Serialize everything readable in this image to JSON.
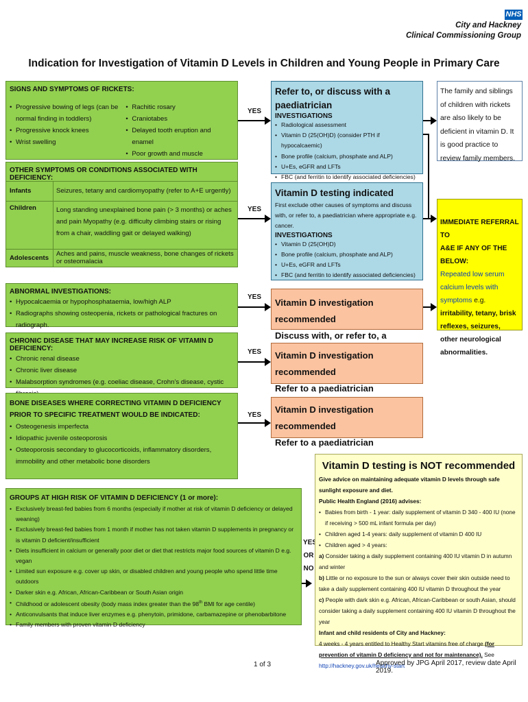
{
  "header": {
    "nhs_logo": "NHS",
    "org_line1": "City and Hackney",
    "org_line2": "Clinical Commissioning Group"
  },
  "title": "Indication for Investigation of Vitamin D Levels in Children and Young People in Primary Care",
  "rickets": {
    "heading": "SIGNS AND SYMPTOMS OF RICKETS:",
    "col1": [
      "Progressive bowing of legs (can be normal finding in toddlers)",
      "Progressive knock knees",
      "Wrist swelling"
    ],
    "col2": [
      "Rachitic rosary",
      "Craniotabes",
      "Delayed tooth eruption and enamel",
      "Poor growth and muscle weakness"
    ]
  },
  "other": {
    "heading": "OTHER SYMPTOMS OR CONDITIONS ASSOCIATED WITH DEFICIENCY:",
    "rows": [
      {
        "group": "Infants",
        "text": "Seizures, tetany and cardiomyopathy (refer to A+E urgently)"
      },
      {
        "group": "Children",
        "text": "Long standing unexplained bone pain (> 3 months) or aches and pain Myopathy (e.g. difficulty climbing stairs or rising from a chair, waddling gait or delayed walking)"
      },
      {
        "group": "Adolescents",
        "text": "Aches and pains, muscle weakness, bone changes of rickets or osteomalacia"
      }
    ]
  },
  "abnormal": {
    "heading": "ABNORMAL INVESTIGATIONS:",
    "items": [
      "Hypocalcaemia or hypophosphataemia, low/high ALP",
      "Radiographs showing osteopenia, rickets or pathological fractures on radiograph."
    ]
  },
  "chronic": {
    "heading": "CHRONIC DISEASE THAT MAY INCREASE RISK OF VITAMIN D DEFICIENCY:",
    "items": [
      "Chronic renal disease",
      "Chronic liver disease",
      "Malabsorption syndromes (e.g. coeliac disease, Crohn’s disease, cystic fibrosis)"
    ]
  },
  "bone": {
    "heading": "BONE DISEASES WHERE CORRECTING VITAMIN D DEFICIENCY PRIOR TO SPECIFIC TREATMENT WOULD BE INDICATED:",
    "items": [
      "Osteogenesis imperfecta",
      "Idiopathic juvenile osteoporosis",
      "Osteoporosis secondary to glucocorticoids, inflammatory disorders, immobility and other metabolic bone disorders"
    ]
  },
  "groups": {
    "heading": "GROUPS AT HIGH RISK OF VITAMIN D DEFICIENCY (1 or more):",
    "items": [
      "Exclusively breast-fed babies from 6 months (especially if mother at risk of vitamin D deficiency or delayed weaning)",
      "Exclusively breast-fed babies from 1 month if mother has not taken vitamin D supplements in pregnancy or is vitamin D deficient/insufficient",
      "Diets insufficient in calcium or generally poor diet or diet that restricts major food sources of vitamin D e.g. vegan",
      "Limited sun exposure e.g. cover up skin, or disabled children and young people who spend little time outdoors",
      "Darker skin e.g. African, African-Caribbean or South Asian origin"
    ],
    "obesity_pre": "Childhood or adolescent obesity (body mass index greater than the 98",
    "obesity_sup": "th",
    "obesity_post": " BMI for age centile)",
    "more": [
      "Anticonvulsants that induce liver enzymes e.g. phenytoin, primidone, carbamazepine or phenobarbitone",
      "Family members with proven vitamin D deficiency"
    ]
  },
  "refer": {
    "title": "Refer to, or discuss with a paediatrician",
    "sub": "INVESTIGATIONS",
    "items": [
      "Radiological assessment",
      "Vitamin D (25(OH)D) (consider PTH if hypocalcaemic)",
      "Bone profile (calcium, phosphate and ALP)",
      "U+Es, eGFR and LFTs",
      "FBC (and ferritin to identify associated deficiencies)"
    ]
  },
  "family": {
    "text": "The family and siblings of children with rickets are also likely to be deficient in vitamin D.  It is good practice to review family members."
  },
  "testing": {
    "title": "Vitamin D testing indicated",
    "intro": "First exclude other causes of symptoms and discuss with, or refer to, a paediatrician where appropriate e.g. cancer.",
    "sub": "INVESTIGATIONS",
    "items": [
      "Vitamin D (25(OH)D)",
      "Bone profile (calcium, phosphate and ALP)",
      "U+Es, eGFR and LFTs",
      "FBC (and ferritin to identify associated deficiencies)"
    ]
  },
  "immediate": {
    "head1": "IMMEDIATE REFERRAL TO",
    "head2": "A&E IF ANY OF THE BELOW:",
    "link": "Repeated low serum calcium levels with symptoms",
    "eg": " e.g. ",
    "bold": "irritability, tetany, brisk reflexes, seizures, other neurological abnormalities."
  },
  "rec1": {
    "line1": "Vitamin D investigation recommended",
    "line2": "Discuss with, or refer to, a paediatrician"
  },
  "rec2": {
    "line1": "Vitamin D investigation recommended",
    "line2": "Refer to a paediatrician"
  },
  "rec3": {
    "line1": "Vitamin D investigation recommended",
    "line2": "Refer to a paediatrician"
  },
  "yes": {
    "y1": "YES",
    "y2": "YES",
    "y3": "YES",
    "y4": "YES",
    "y5": "YES",
    "y6_1": "YES",
    "y6_2": "OR",
    "y6_3": "NO"
  },
  "notrec": {
    "title": "Vitamin D testing is NOT recommended",
    "advice": "Give advice on maintaining adequate vitamin D levels through safe sunlight exposure and diet.",
    "phe": "Public Health England (2016) advises:",
    "b1": "Babies from birth - 1 year: daily supplement of vitamin D 340 - 400 IU (none if receiving  > 500 mL infant formula per day)",
    "b2": "Children aged 1-4 years: daily supplement of vitamin D 400 IU",
    "b3": "Children aged > 4 years:",
    "a_lbl": "a)",
    "a": " Consider taking a daily supplement containing 400 IU vitamin D in autumn and winter",
    "b_lbl": "b)",
    "b": " Little or no exposure to the sun or always cover their skin outside need to take a daily supplement containing 400 IU vitamin D throughout the year",
    "c_lbl": "c)",
    "c": " People with dark skin e.g. African, African-Caribbean or south Asian, should consider taking a daily supplement containing  400 IU vitamin D throughout the year",
    "city": "Infant and child residents of City and Hackney:",
    "hs": "4 weeks - 4 years entitled to Healthy Start vitamins free of charge ",
    "hs_bold": "(for prevention of vitamin D deficiency and not for maintenance).",
    "see": "  See ",
    "url": "http://hackney.gov.uk/healthy-start"
  },
  "footer": {
    "page": "1 of 3",
    "approved": "Approved by JPG April 2017, review date April 2019."
  }
}
